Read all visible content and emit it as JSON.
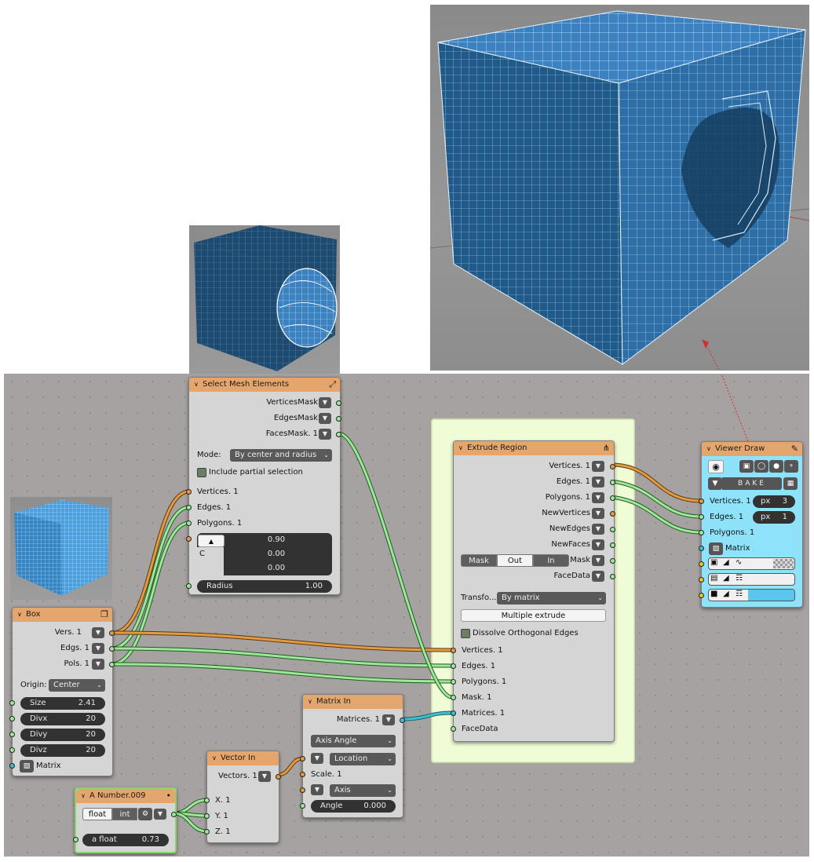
{
  "colors": {
    "node_header": "#e4a66c",
    "viewer_bg": "#8ee3fb",
    "frame_bg": "#f0fcd6",
    "editor_bg": "#a7a2a2",
    "socket_vertices": "#e49a3e",
    "socket_edges": "#9de89a",
    "socket_matrix": "#3fbfd2",
    "mesh_blue": "#3d82c0",
    "mesh_dark": "#1e4a70"
  },
  "nodes": {
    "select_mesh": {
      "title": "Select Mesh Elements",
      "outputs": [
        "VerticesMask",
        "EdgesMask",
        "FacesMask. 1"
      ],
      "mode_label": "Mode:",
      "mode_value": "By center and radius",
      "partial_label": "Include partial selection",
      "inputs": [
        "Vertices. 1",
        "Edges. 1",
        "Polygons. 1"
      ],
      "center_label": "C",
      "center_values": [
        "0.90",
        "0.00",
        "0.00"
      ],
      "radius_label": "Radius",
      "radius_value": "1.00"
    },
    "extrude": {
      "title": "Extrude Region",
      "outputs": [
        "Vertices. 1",
        "Edges. 1",
        "Polygons. 1",
        "NewVertices",
        "NewEdges",
        "NewFaces"
      ],
      "mask_buttons": [
        "Mask",
        "Out",
        "In"
      ],
      "mask_out_label": "Mask",
      "facedata_out": "FaceData",
      "transform_label": "Transfo...",
      "transform_value": "By matrix",
      "multiple_extrude": "Multiple extrude",
      "dissolve_label": "Dissolve Orthogonal Edges",
      "inputs": [
        "Vertices. 1",
        "Edges. 1",
        "Polygons. 1",
        "Mask. 1",
        "Matrices. 1",
        "FaceData"
      ]
    },
    "viewer": {
      "title": "Viewer Draw",
      "bake_label": "BAKE",
      "vertices_label": "Vertices. 1",
      "vertices_unit": "px",
      "vertices_size": "3",
      "edges_label": "Edges. 1",
      "edges_unit": "px",
      "edges_size": "1",
      "polygons_label": "Polygons. 1",
      "matrix_label": "Matrix"
    },
    "box": {
      "title": "Box",
      "outputs": [
        "Vers. 1",
        "Edgs. 1",
        "Pols. 1"
      ],
      "origin_label": "Origin:",
      "origin_value": "Center",
      "size_label": "Size",
      "size_value": "2.41",
      "divx_label": "Divx",
      "divx_value": "20",
      "divy_label": "Divy",
      "divy_value": "20",
      "divz_label": "Divz",
      "divz_value": "20",
      "matrix_label": "Matrix"
    },
    "matrix_in": {
      "title": "Matrix In",
      "output": "Matrices. 1",
      "mode_value": "Axis Angle",
      "location_value": "Location",
      "scale_label": "Scale. 1",
      "axis_value": "Axis",
      "angle_label": "Angle",
      "angle_value": "0.000"
    },
    "vector_in": {
      "title": "Vector In",
      "output": "Vectors. 1",
      "inputs": [
        "X. 1",
        "Y. 1",
        "Z. 1"
      ]
    },
    "number": {
      "title": "A Number.009",
      "type_float": "float",
      "type_int": "int",
      "field_label": "a float",
      "field_value": "0.73"
    }
  }
}
